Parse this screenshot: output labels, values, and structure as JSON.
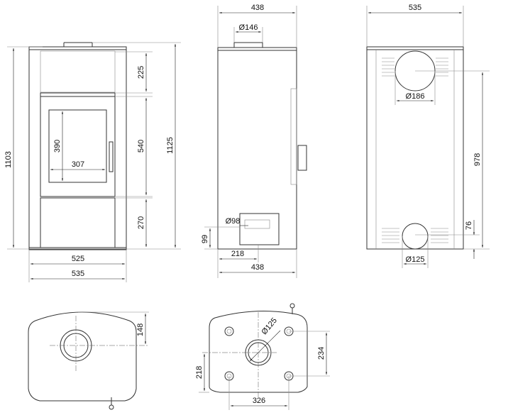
{
  "front_view": {
    "width_inner": "525",
    "width_outer": "535",
    "height_body": "1103",
    "height_total": "1125",
    "top_section": "225",
    "door_section": "540",
    "bottom_section": "270",
    "window_height": "390",
    "window_width": "307"
  },
  "side_view": {
    "depth_top": "438",
    "depth_bottom": "438",
    "flue_diameter": "Ø146",
    "air_inlet_diameter": "Ø98",
    "air_inlet_height": "99",
    "air_inlet_offset": "218"
  },
  "rear_view": {
    "width": "535",
    "flue_diameter": "Ø186",
    "flue_height": "978",
    "air_inlet_height": "76",
    "air_inlet_diameter": "Ø125"
  },
  "top_plan": {
    "flue_offset": "148"
  },
  "bottom_plan": {
    "inlet_diameter": "Ø125",
    "feet_spacing_y": "234",
    "feet_spacing_x": "326",
    "inlet_offset": "218"
  }
}
